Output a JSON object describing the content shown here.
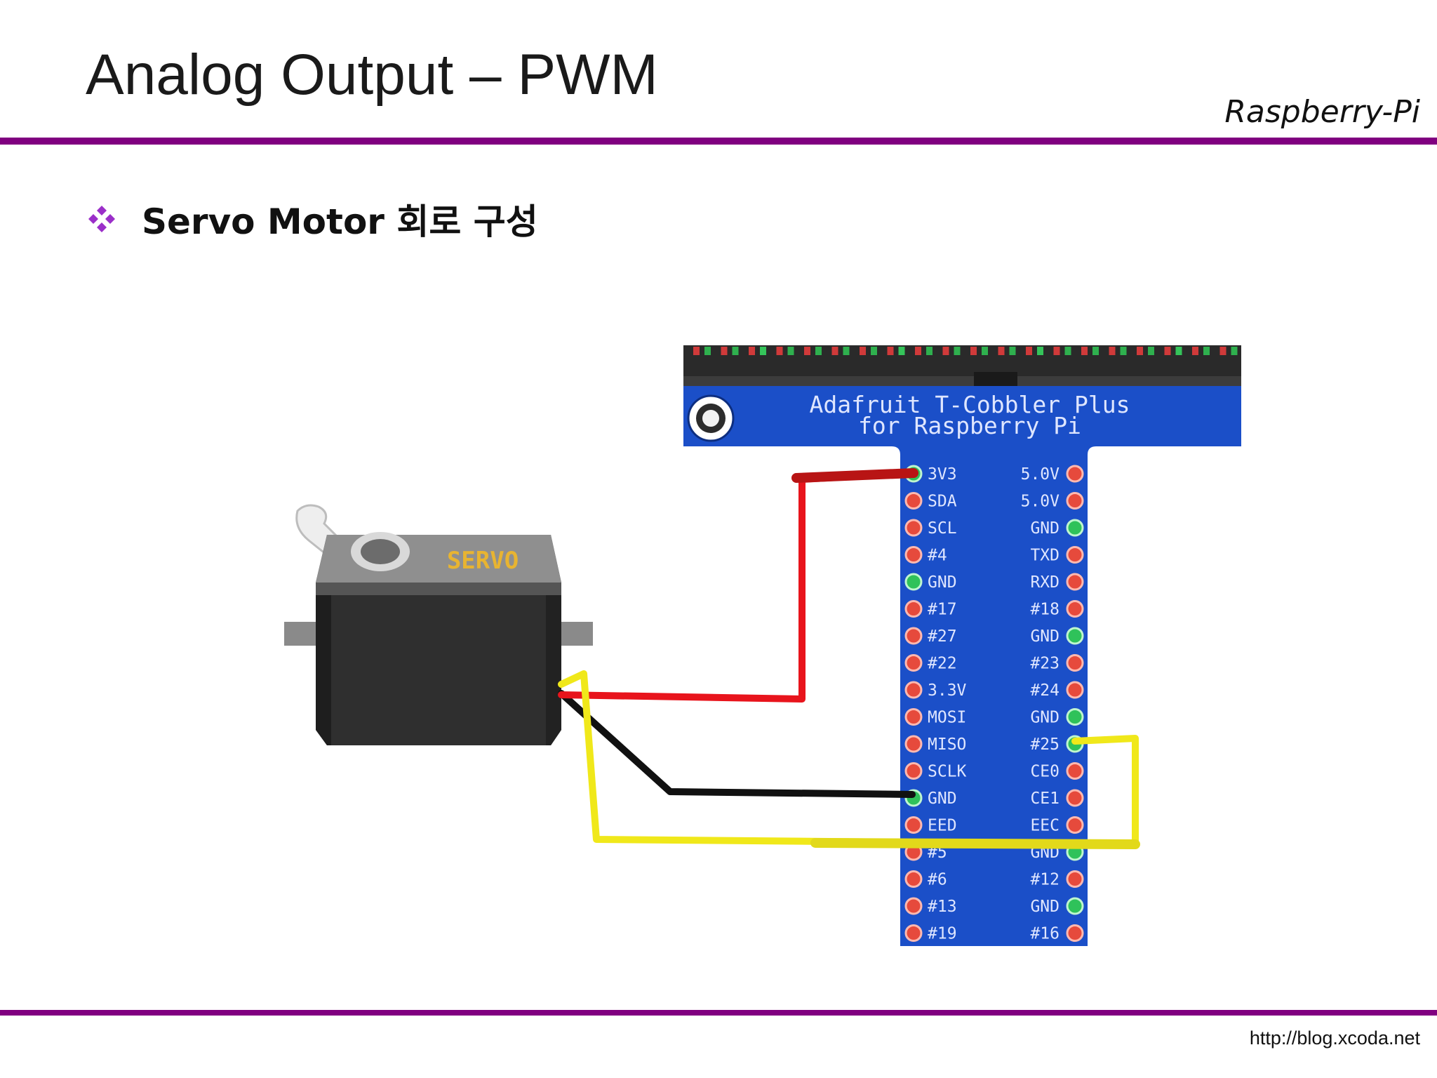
{
  "slide": {
    "title": "Analog Output – PWM",
    "brand": "Raspberry-Pi",
    "bullet": "Servo Motor 회로 구성",
    "footer_url": "http://blog.xcoda.net"
  },
  "diagram": {
    "servo_label": "SERVO",
    "board_title_line1": "Adafruit T-Cobbler Plus",
    "board_title_line2": "for Raspberry Pi",
    "left_pins": [
      "3V3",
      "SDA",
      "SCL",
      "#4",
      "GND",
      "#17",
      "#27",
      "#22",
      "3.3V",
      "MOSI",
      "MISO",
      "SCLK",
      "GND",
      "EED",
      "#5",
      "#6",
      "#13",
      "#19"
    ],
    "right_pins": [
      "5.0V",
      "5.0V",
      "GND",
      "TXD",
      "RXD",
      "#18",
      "GND",
      "#23",
      "#24",
      "GND",
      "#25",
      "CE0",
      "CE1",
      "EEC",
      "GND",
      "#12",
      "GND",
      "#16"
    ],
    "colors": {
      "accent_rule": "#800080",
      "bullet_icon": "#9b2fc9",
      "board_blue": "#1b4fc8",
      "pin_red": "#e64a3c",
      "pin_green": "#2fc25a",
      "servo_body": "#3a3a3a",
      "servo_top": "#8c8c8c",
      "servo_label": "#e8b431",
      "wire_red": "#e8141c",
      "wire_black": "#111111",
      "wire_yellow": "#f0e81a"
    }
  }
}
